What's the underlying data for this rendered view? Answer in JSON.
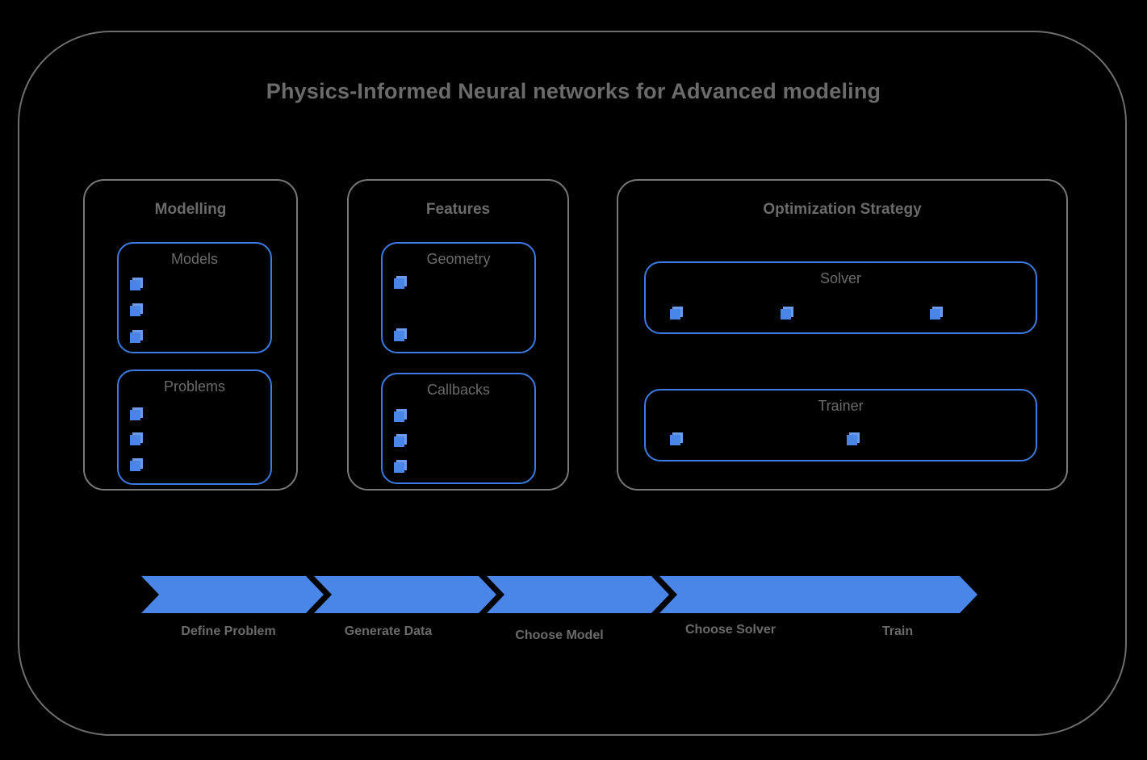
{
  "diagram": {
    "title": "Physics-Informed Neural networks for Advanced modeling",
    "accent_color": "#4a86e8",
    "frame_color": "#6e6e6e",
    "text_color": "#6b6b6b",
    "background_color": "#000000"
  },
  "groups": [
    {
      "id": "modelling",
      "label": "Modelling",
      "cards": [
        {
          "id": "models",
          "label": "Models",
          "item_count": 3
        },
        {
          "id": "problems",
          "label": "Problems",
          "item_count": 3
        }
      ]
    },
    {
      "id": "features",
      "label": "Features",
      "cards": [
        {
          "id": "geometry",
          "label": "Geometry",
          "item_count": 2
        },
        {
          "id": "callbacks",
          "label": "Callbacks",
          "item_count": 3
        }
      ]
    },
    {
      "id": "optimization-strategy",
      "label": "Optimization Strategy",
      "cards": [
        {
          "id": "solver",
          "label": "Solver",
          "item_count": 3
        },
        {
          "id": "trainer",
          "label": "Trainer",
          "item_count": 2
        }
      ]
    }
  ],
  "pipeline": {
    "steps": [
      {
        "label": "Define Problem"
      },
      {
        "label": "Generate Data"
      },
      {
        "label": "Choose Model"
      },
      {
        "label": "Choose Solver"
      },
      {
        "label": "Train"
      }
    ]
  },
  "icons": {
    "bullet": "cube-icon"
  }
}
